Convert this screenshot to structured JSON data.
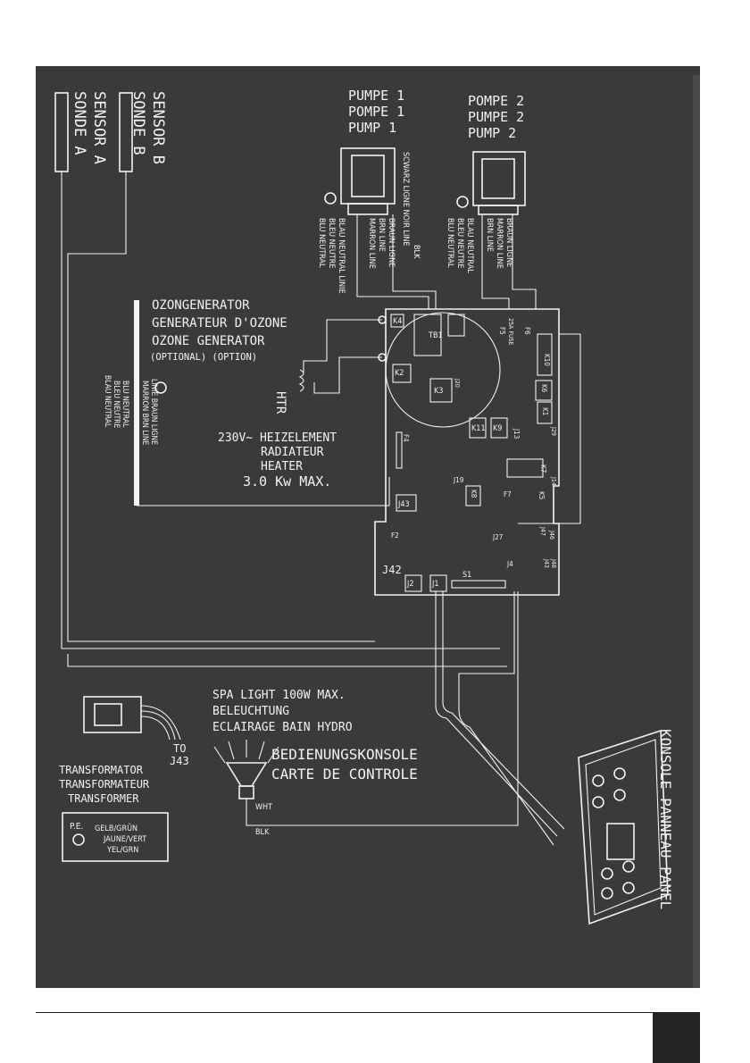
{
  "sensors": {
    "line1": "SENSOR B",
    "line2": "SONDE B",
    "line3": "SENSOR A",
    "line4": "SONDE A"
  },
  "pump1": {
    "l1": "PUMPE 1",
    "l2": "POMPE 1",
    "l3": "PUMP 1",
    "wires": [
      "SCWARZ LIGNE NOIR LINE",
      "BLK",
      "BRAUN LIGNE",
      "BRN LINE",
      "MARRON LINE",
      "BLAU NEUTRAL LINIE",
      "BLEU NEUTRE",
      "BLU NEUTRAL"
    ]
  },
  "pump2": {
    "l1": "POMPE 2",
    "l2": "PUMPE 2",
    "l3": "PUMP 2",
    "wires": [
      "BRAUN LIGNE",
      "MARRON LINE",
      "BRN LINE",
      "BLAU NEUTRAL",
      "BLEU NEUTRE",
      "BLU NEUTRAL"
    ]
  },
  "ozone": {
    "l1": "OZONGENERATOR",
    "l2": "GENERATEUR D'OZONE",
    "l3": "OZONE GENERATOR",
    "l4": "(OPTIONAL) (OPTION)",
    "wires": [
      "BLAU NEUTRAL",
      "BLEU NEUTRE",
      "BLU NEUTRAL",
      "MARRON BRN LINE",
      "LINIE BRAUN LIGNE"
    ]
  },
  "heater": {
    "htr": "HTR",
    "l1": "230V~ HEIZELEMENT",
    "l2": "RADIATEUR",
    "l3": "HEATER",
    "l4": "3.0 Kw MAX."
  },
  "board": {
    "labels": [
      "K4",
      "TB1",
      "K2",
      "K3",
      "K10",
      "K6",
      "K1",
      "K11",
      "K9",
      "J13",
      "F4",
      "K7",
      "J19",
      "K8",
      "F7",
      "K5",
      "J43",
      "F2",
      "J27",
      "J42",
      "J2",
      "J1",
      "S1",
      "J4",
      "F5",
      "F6",
      "25A FUSE",
      "J29",
      "J14",
      "J47",
      "J46",
      "J43",
      "J48",
      "J20"
    ]
  },
  "light": {
    "l1": "SPA LIGHT  100W MAX.",
    "l2": "BELEUCHTUNG",
    "l3": "ECLAIRAGE BAIN HYDRO",
    "wht": "WHT",
    "blk": "BLK"
  },
  "console": {
    "l1": "BEDIENUNGSKONSOLE",
    "l2": "CARTE DE CONTROLE",
    "vertical": "KONSOLE  PANNEAU  PANEL"
  },
  "transformer": {
    "to": "TO",
    "j43": "J43",
    "l1": "TRANSFORMATOR",
    "l2": "TRANSFORMATEUR",
    "l3": "TRANSFORMER",
    "pe": "P.E.",
    "g1": "GELB/GRÜN",
    "g2": "JAUNE/VERT",
    "g3": "YEL/GRN"
  },
  "colors": {
    "background": "#3a3a3a",
    "ink": "#f2f2f2"
  }
}
